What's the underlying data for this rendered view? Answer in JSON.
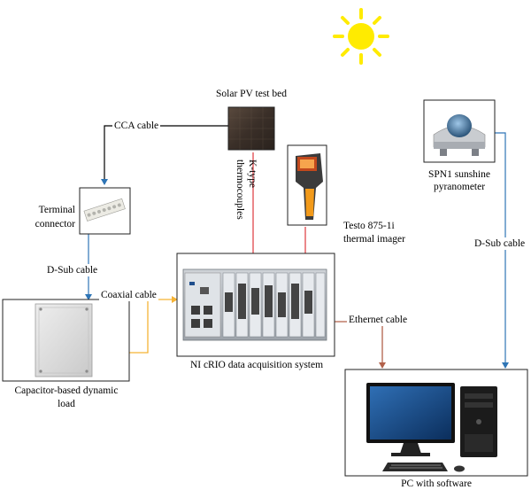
{
  "labels": {
    "solar_pv": "Solar PV test bed",
    "cca_cable": "CCA cable",
    "k_type": "K-type\nthermocouples",
    "testo": "Testo 875-1i\nthermal imager",
    "spn1": "SPN1 sunshine\npyranometer",
    "terminal": "Terminal\nconnector",
    "dsub_left": "D-Sub cable",
    "dsub_right": "D-Sub cable",
    "coaxial": "Coaxial cable",
    "ethernet": "Ethernet cable",
    "crio": "NI cRIO data acquisition system",
    "load": "Capacitor-based dynamic\nload",
    "pc": "PC with software"
  },
  "colors": {
    "sun": "#ffeb00",
    "cable_black": "#000000",
    "cable_blue": "#2e75b6",
    "cable_red": "#e0464b",
    "cable_orange": "#f5b335",
    "cable_brown": "#b2614a"
  },
  "icons": {
    "sun": "sun-icon",
    "solar_panel": "solar-panel-icon",
    "thermal_camera": "thermal-camera-icon",
    "pyranometer": "pyranometer-icon",
    "terminal": "terminal-connector-icon",
    "crio": "crio-chassis-icon",
    "enclosure": "enclosure-box-icon",
    "pc": "desktop-pc-icon"
  }
}
